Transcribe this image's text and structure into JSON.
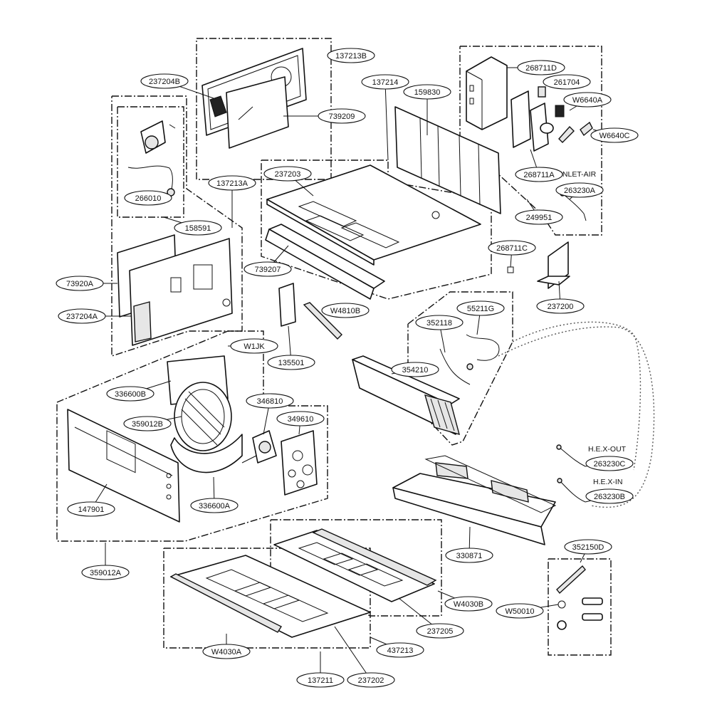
{
  "callouts": {
    "c137213B": "137213B",
    "c237204B": "237204B",
    "c739209": "739209",
    "c268711D": "268711D",
    "c261704": "261704",
    "cW6640A": "W6640A",
    "cW6640C": "W6640C",
    "c137214": "137214",
    "c159830": "159830",
    "c268711A": "268711A",
    "c263230A": "263230A",
    "c249951": "249951",
    "c237203": "237203",
    "c266010": "266010",
    "c137213A": "137213A",
    "c158591": "158591",
    "c739207": "739207",
    "c268711C": "268711C",
    "c73920A": "73920A",
    "c237204A": "237204A",
    "cW4810B": "W4810B",
    "c237200": "237200",
    "c352118": "352118",
    "c55211G": "55211G",
    "cW1JK": "W1JK",
    "c135501": "135501",
    "c354210": "354210",
    "c336600B": "336600B",
    "c346810": "346810",
    "c349610": "349610",
    "c359012B": "359012B",
    "c263230C": "263230C",
    "c263230B": "263230B",
    "c147901": "147901",
    "c336600A": "336600A",
    "c330871": "330871",
    "c352150D": "352150D",
    "c359012A": "359012A",
    "cW4030B": "W4030B",
    "cW50010": "W50010",
    "c237205": "237205",
    "c437213": "437213",
    "cW4030A": "W4030A",
    "c137211": "137211",
    "c237202": "237202"
  },
  "labels": {
    "inlet_air": "INLET-AIR",
    "hex_out": "H.E.X-OUT",
    "hex_in": "H.E.X-IN"
  }
}
